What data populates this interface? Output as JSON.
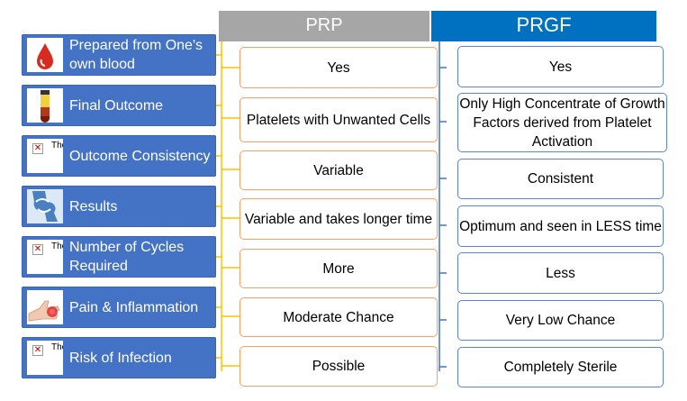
{
  "headers": {
    "prp": "PRP",
    "prgf": "PRGF",
    "prp_color": "#a6a6a6",
    "prgf_color": "#0070c0"
  },
  "categories": [
    {
      "label": "Prepared from One's own blood",
      "icon": "blood-drop-icon"
    },
    {
      "label": "Final Outcome",
      "icon": "test-tube-icon"
    },
    {
      "label": "Outcome Consistency",
      "icon": "broken-image-icon"
    },
    {
      "label": "Results",
      "icon": "knee-joint-icon"
    },
    {
      "label": "Number of Cycles Required",
      "icon": "broken-image-icon"
    },
    {
      "label": "Pain & Inflammation",
      "icon": "inflamed-hand-icon"
    },
    {
      "label": "Risk of Infection",
      "icon": "broken-image-icon"
    }
  ],
  "broken_image": {
    "mark": "✕",
    "alt_text": "The"
  },
  "prp_values": [
    "Yes",
    "Platelets with Unwanted Cells",
    "Variable",
    "Variable and takes longer time",
    "More",
    "Moderate Chance",
    "Possible"
  ],
  "prgf_values": [
    "Yes",
    "Only High Concentrate of Growth Factors derived from Platelet Activation",
    "Consistent",
    "Optimum and seen in LESS time",
    "Less",
    "Very Low Chance",
    "Completely Sterile"
  ]
}
